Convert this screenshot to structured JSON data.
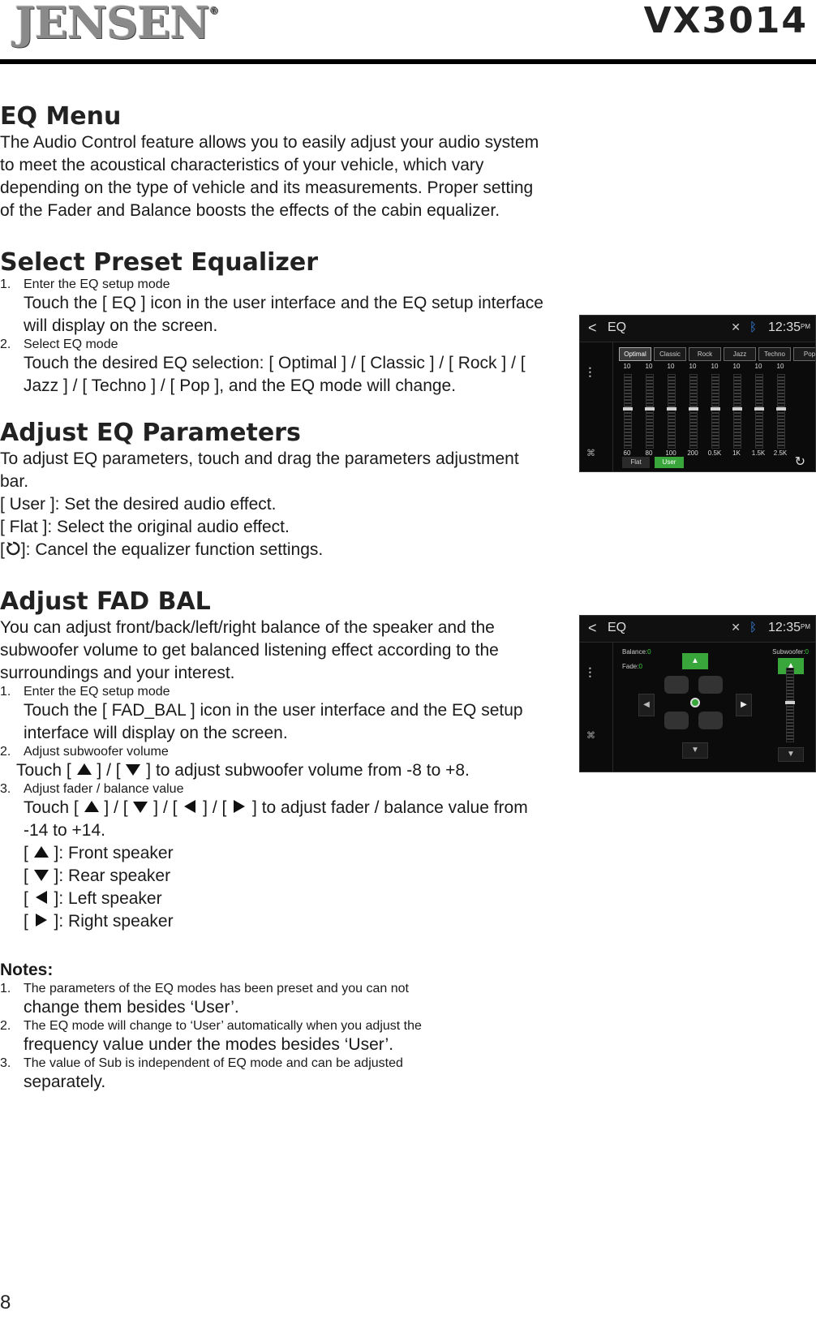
{
  "header": {
    "brand": "JENSEN",
    "reg": "®",
    "model": "VX3014"
  },
  "eq_menu": {
    "title": "EQ Menu",
    "lines": [
      "The Audio Control feature allows you to easily adjust your audio system",
      "to meet the acoustical characteristics of your vehicle, which vary",
      "depending on the type of vehicle and its measurements. Proper setting",
      "of the Fader and Balance boosts the effects of the cabin equalizer."
    ]
  },
  "preset": {
    "title": "Select Preset Equalizer",
    "s1_num": "1.",
    "s1_head": "Enter the EQ setup mode",
    "s1_l1": "Touch the [ EQ ] icon in the user interface and the EQ setup interface",
    "s1_l2": "will display on the screen.",
    "s2_num": "2.",
    "s2_head": "Select EQ mode",
    "s2_l1": "Touch the desired EQ selection: [ Optimal ] / [ Classic ] / [ Rock ] / [",
    "s2_l2": "Jazz ] / [ Techno ] / [ Pop ], and the EQ mode will change."
  },
  "adjust_eq": {
    "title": "Adjust EQ Parameters",
    "l1": "To adjust EQ parameters, touch and drag the parameters adjustment",
    "l2": "bar.",
    "l3": "[ User ]: Set the desired audio effect.",
    "l4": "[ Flat ]:  Select the original audio effect.",
    "l5_pre": "[",
    "l5_post": "]: Cancel the equalizer function settings."
  },
  "fad_bal": {
    "title": "Adjust  FAD BAL",
    "l1": "You can adjust front/back/left/right balance of the speaker and the",
    "l2": "subwoofer volume to get balanced listening effect according to the",
    "l3": "surroundings and your interest.",
    "s1_num": "1.",
    "s1_head": "Enter the EQ setup mode",
    "s1_l1": "Touch the [ FAD_BAL ] icon in the user interface and the EQ setup",
    "s1_l2": "interface will display on the screen.",
    "s2_num": "2.",
    "s2_head": "Adjust subwoofer volume",
    "s2_pre": "Touch [",
    "s2_mid": "] / [",
    "s2_post": "] to adjust subwoofer volume from -8 to +8.",
    "s3_num": "3.",
    "s3_head": "Adjust fader / balance value",
    "s3_pre": "Touch [",
    "s3_sep": "] / [",
    "s3_post": "]  to adjust  fader / balance value from",
    "s3_l2": "-14 to +14.",
    "front": "]: Front speaker",
    "rear": "]: Rear speaker",
    "left": "]: Left speaker",
    "right": "]: Right speaker",
    "bracket": "["
  },
  "notes": {
    "title": "Notes:",
    "n1_num": "1.",
    "n1_l1": "The parameters of the EQ modes has been preset and you can not",
    "n1_l2": "change them besides ‘User’.",
    "n2_num": "2.",
    "n2_l1": "The EQ mode will change to ‘User’ automatically when you adjust the",
    "n2_l2": "frequency value under the modes besides ‘User’.",
    "n3_num": "3.",
    "n3_l1": "The value of Sub is independent of EQ mode and can be adjusted",
    "n3_l2": "separately."
  },
  "screen_eq": {
    "back": "<",
    "title": "EQ",
    "clock": "12:35",
    "ampm": "PM",
    "tabs": [
      "Optimal",
      "Classic",
      "Rock",
      "Jazz",
      "Techno",
      "Pop"
    ],
    "active_tab": "Optimal",
    "bands": [
      "10",
      "10",
      "10",
      "10",
      "10",
      "10",
      "10",
      "10"
    ],
    "freqs": [
      "60",
      "80",
      "100",
      "200",
      "0.5K",
      "1K",
      "1.5K",
      "2.5K"
    ],
    "flat": "Flat",
    "user": "User",
    "accent": "#38a63a"
  },
  "screen_fad": {
    "back": "<",
    "title": "EQ",
    "clock": "12:35",
    "ampm": "PM",
    "balance_label": "Balance:",
    "balance_value": "0",
    "fade_label": "Fade:",
    "fade_value": "0",
    "sub_label": "Subwoofer:",
    "sub_value": "0",
    "accent": "#38a63a"
  },
  "page_number": "8"
}
